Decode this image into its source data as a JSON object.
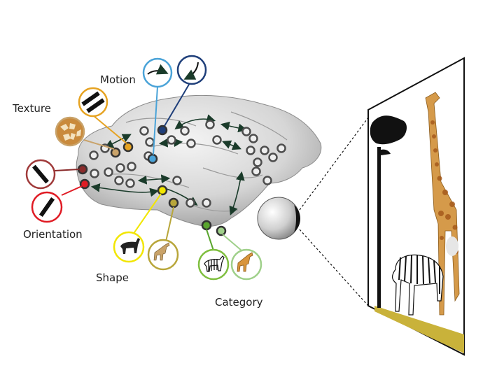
{
  "labels": {
    "motion": "Motion",
    "texture": "Texture",
    "orientation": "Orientation",
    "shape": "Shape",
    "category": "Category"
  },
  "features": {
    "motion": [
      "curved-arrow-right-icon",
      "curved-arrow-down-left-icon"
    ],
    "texture": [
      "stripes-icon",
      "giraffe-pattern-icon"
    ],
    "orientation": [
      "diagonal-bar-left-icon",
      "diagonal-bar-right-icon"
    ],
    "shape": [
      "zebra-outline-icon",
      "giraffe-outline-icon"
    ],
    "category": [
      "zebra-icon",
      "giraffe-icon"
    ]
  },
  "colors": {
    "motion_light": "#4aa3d8",
    "motion_dark": "#1f3f7a",
    "texture_light": "#c9a36a",
    "texture_dark": "#e6a322",
    "orientation_light": "#a03a3a",
    "orientation_dark": "#e01b24",
    "shape_light": "#f2e600",
    "shape_dark": "#b8a63a",
    "category_light": "#7fbf3f",
    "category_dark": "#9fd08a",
    "node_gray": "#666666",
    "brain": "#d9d9d9"
  }
}
